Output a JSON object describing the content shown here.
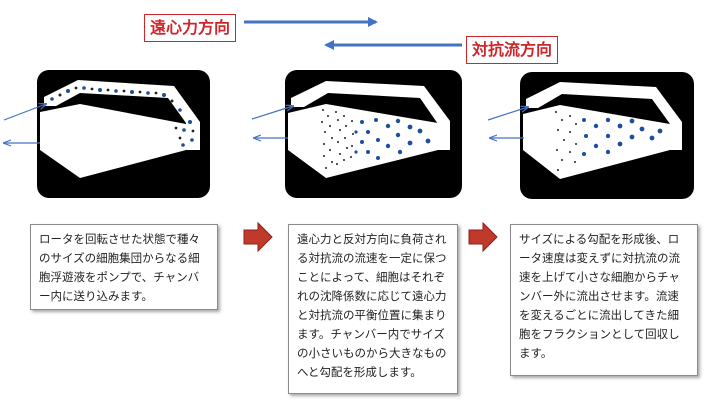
{
  "labels": {
    "centrifugal": "遠心力方向",
    "counterflow": "対抗流方向"
  },
  "steps": [
    {
      "text": "ロータを回転させた状態で種々のサイズの細胞集団からなる細胞浮遊液をポンプで、チャンバー内に送り込みます。"
    },
    {
      "text": "遠心力と反対方向に負荷される対抗流の流速を一定に保つことによって、細胞はそれぞれの沈降係数に応じて遠心力と対抗流の平衡位置に集まります。チャンバー内でサイズの小さいものから大きなものへと勾配を形成します。"
    },
    {
      "text": "サイズによる勾配を形成後、ロータ速度は変えずに対抗流の流速を上げて小さな細胞からチャンバー外に流出させます。流速を変えるごとに流出してきた細胞をフラクションとして回収します。"
    }
  ],
  "colors": {
    "label_red": "#d0252b",
    "arrow_blue": "#4472c4",
    "step_arrow_red": "#c0392b",
    "cell_blue": "#1f4e9c",
    "chamber_black": "#000000"
  }
}
